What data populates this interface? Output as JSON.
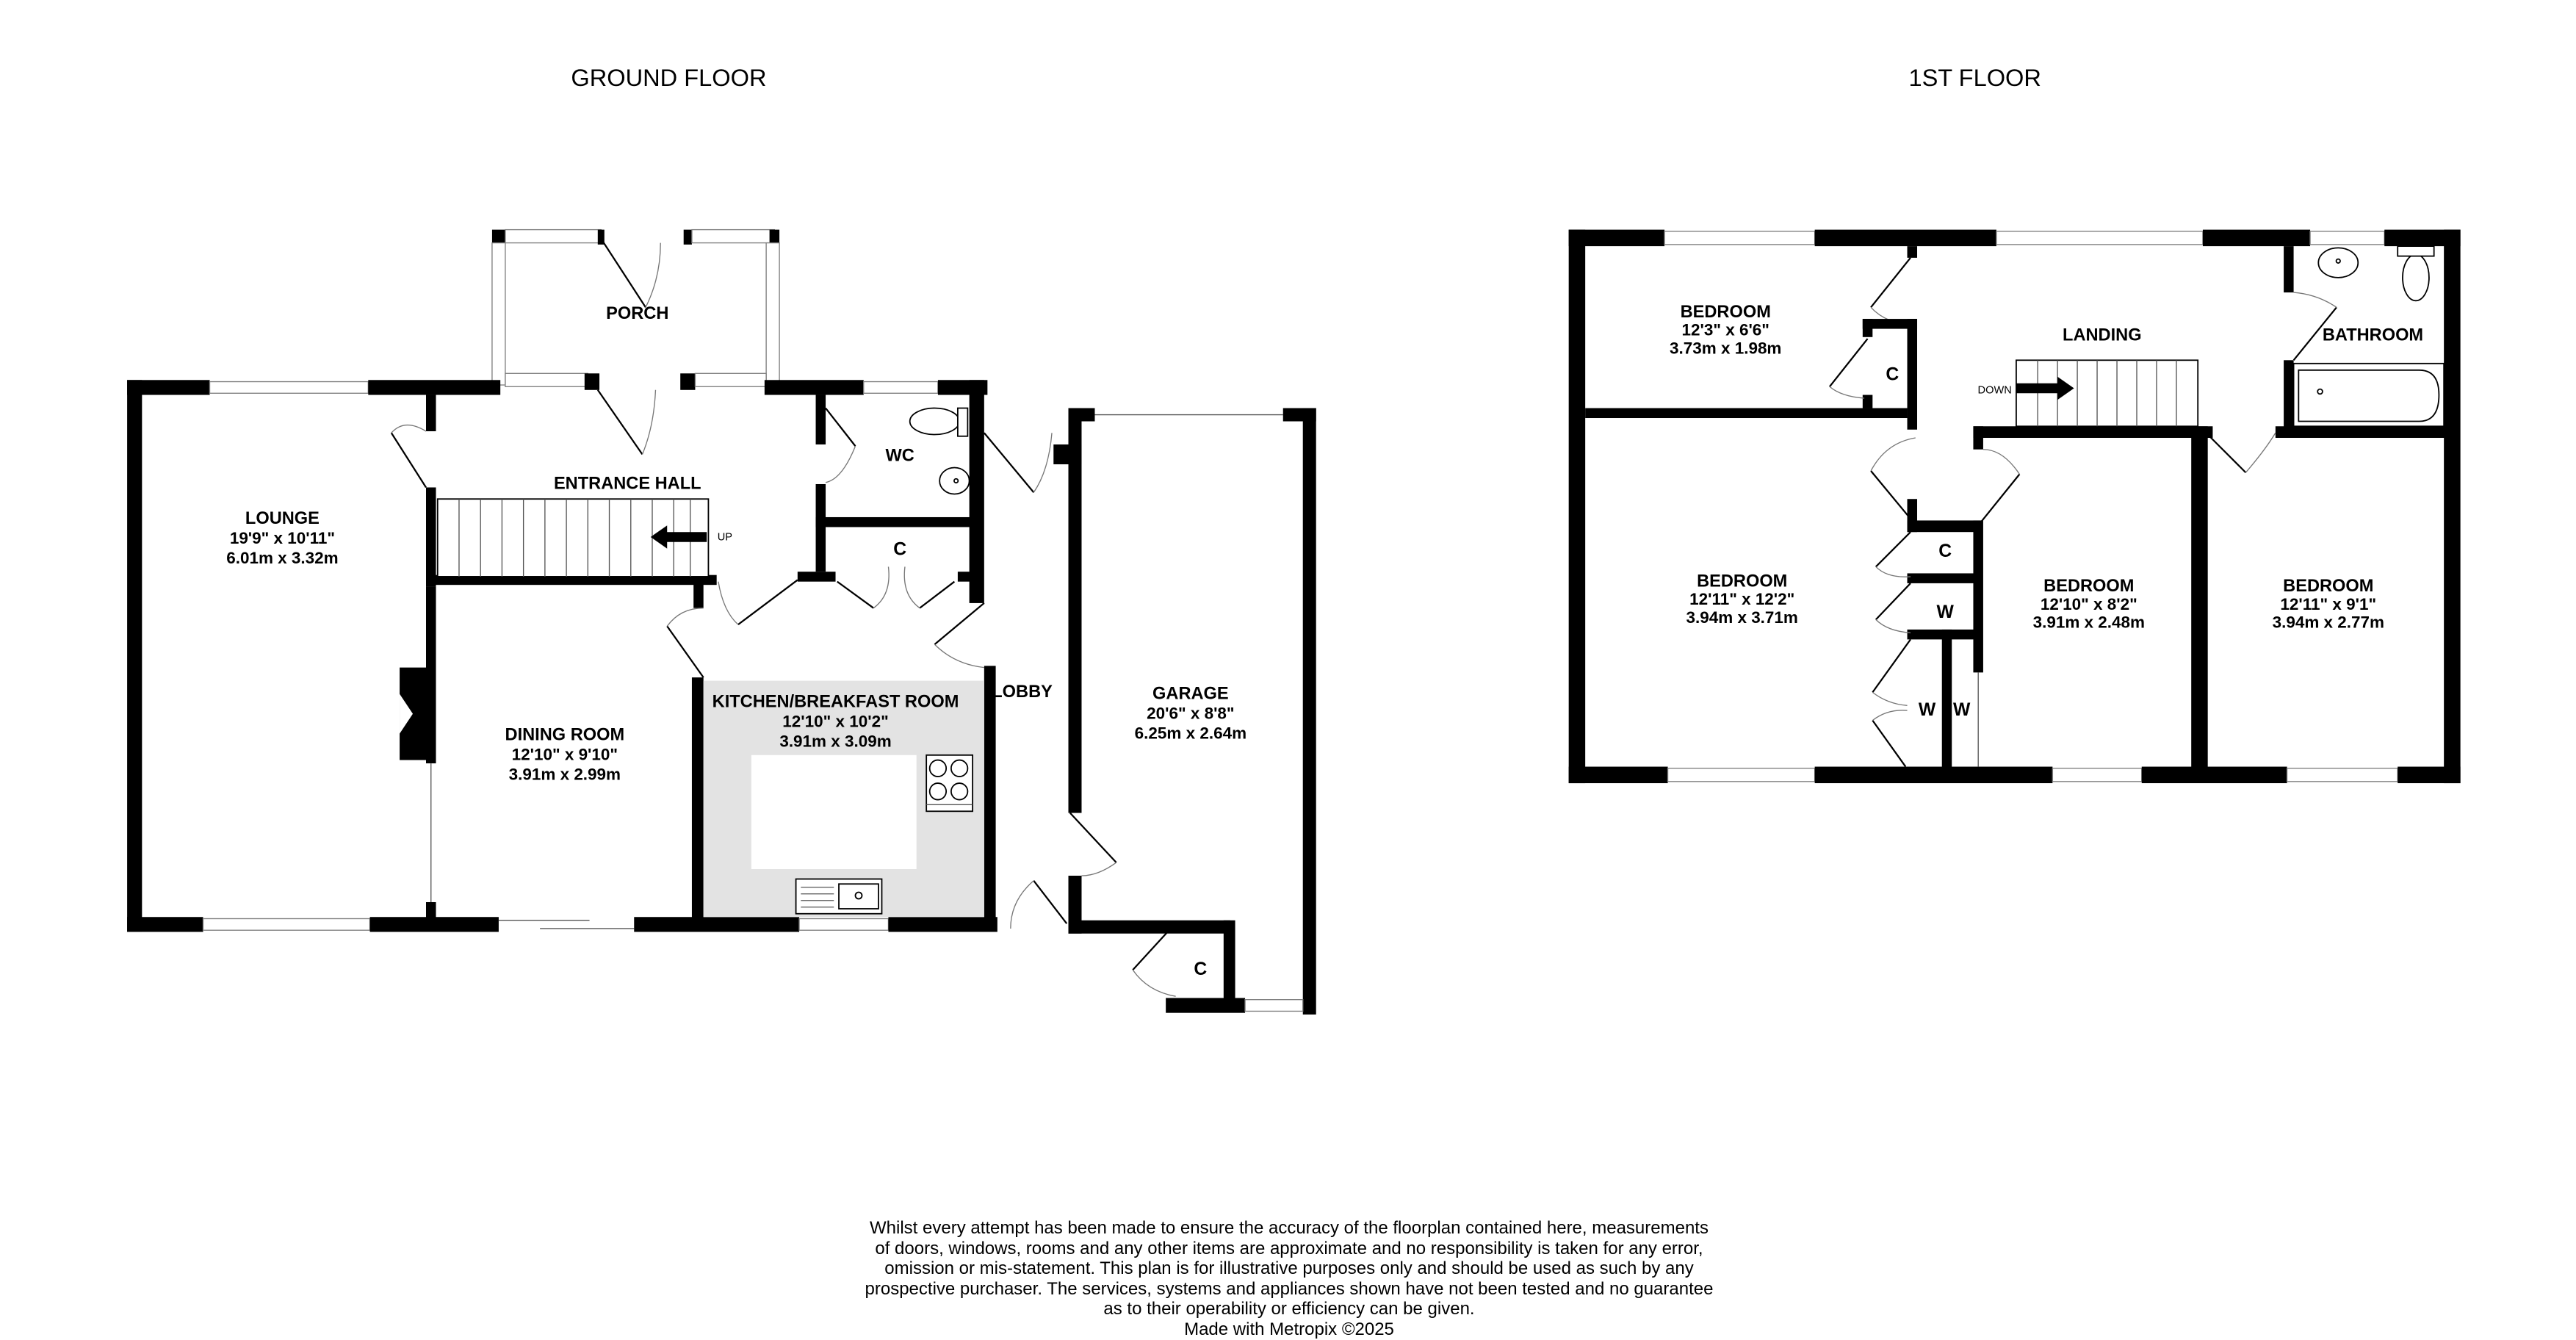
{
  "floors": [
    {
      "title": "GROUND FLOOR",
      "rooms": [
        {
          "name": "PORCH"
        },
        {
          "name": "ENTRANCE HALL"
        },
        {
          "name": "LOUNGE",
          "imperial": "19'9\"  x 10'11\"",
          "metric": "6.01m  x 3.32m"
        },
        {
          "name": "DINING ROOM",
          "imperial": "12'10\"  x 9'10\"",
          "metric": "3.91m  x 2.99m"
        },
        {
          "name": "KITCHEN/BREAKFAST ROOM",
          "imperial": "12'10\"  x 10'2\"",
          "metric": "3.91m  x 3.09m"
        },
        {
          "name": "WC"
        },
        {
          "name": "LOBBY"
        },
        {
          "name": "GARAGE",
          "imperial": "20'6\"  x 8'8\"",
          "metric": "6.25m  x 2.64m"
        }
      ],
      "cupboards": [
        "C",
        "C"
      ],
      "stairs_label": "UP"
    },
    {
      "title": "1ST FLOOR",
      "rooms": [
        {
          "name": "BEDROOM",
          "imperial": "12'3\"  x 6'6\"",
          "metric": "3.73m  x 1.98m"
        },
        {
          "name": "LANDING"
        },
        {
          "name": "BATHROOM"
        },
        {
          "name": "BEDROOM",
          "imperial": "12'11\"  x 12'2\"",
          "metric": "3.94m  x 3.71m"
        },
        {
          "name": "BEDROOM",
          "imperial": "12'10\"  x 8'2\"",
          "metric": "3.91m  x 2.48m"
        },
        {
          "name": "BEDROOM",
          "imperial": "12'11\"  x 9'1\"",
          "metric": "3.94m  x 2.77m"
        }
      ],
      "cupboards": [
        "C",
        "C",
        "W",
        "W",
        "W"
      ],
      "stairs_label": "DOWN"
    }
  ],
  "disclaimer": {
    "lines": [
      "Whilst every attempt has been made to ensure the accuracy of the floorplan contained here, measurements",
      "of doors, windows, rooms and any other items are approximate and no responsibility is taken for any error,",
      "omission or mis-statement. This plan is for illustrative purposes only and should be used as such by any",
      "prospective purchaser. The services, systems and appliances shown have not been tested and no guarantee",
      "as to their operability or efficiency can be given."
    ],
    "credit": "Made with Metropix ©2025"
  },
  "colors": {
    "walls": "#000000",
    "kitchen_worktop": "#e3e3e3",
    "background": "#ffffff"
  }
}
